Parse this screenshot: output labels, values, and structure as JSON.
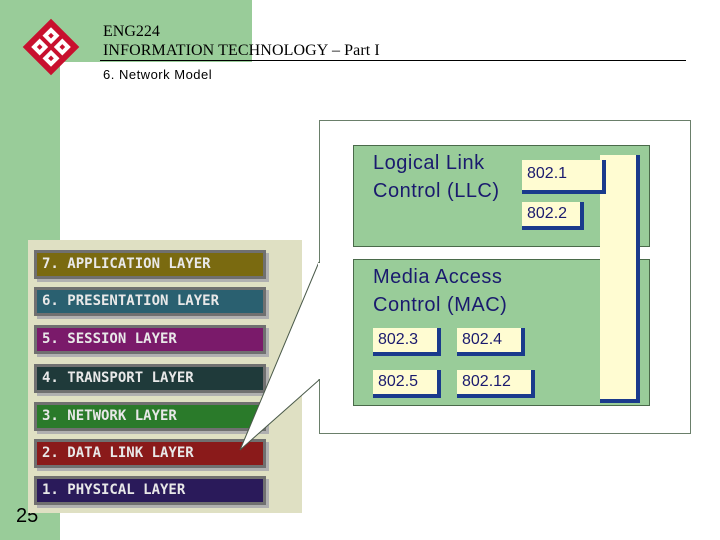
{
  "header": {
    "course": "ENG224",
    "title": "INFORMATION TECHNOLOGY – Part I",
    "subtitle": "6. Network Model"
  },
  "page_number": "25",
  "osi_layers": [
    {
      "label": "7. APPLICATION LAYER",
      "color": "#7a6a10"
    },
    {
      "label": "6. PRESENTATION LAYER",
      "color": "#2a6070"
    },
    {
      "label": "5. SESSION LAYER",
      "color": "#7a1a6a"
    },
    {
      "label": "4. TRANSPORT LAYER",
      "color": "#1f3a3a"
    },
    {
      "label": "3. NETWORK LAYER",
      "color": "#2a7a2a"
    },
    {
      "label": "2. DATA LINK LAYER",
      "color": "#8a1a1a"
    },
    {
      "label": "1. PHYSICAL LAYER",
      "color": "#2a1a5a"
    }
  ],
  "llc": {
    "line1": "Logical Link",
    "line2": "Control (LLC)",
    "tags": [
      "802.1",
      "802.2"
    ]
  },
  "mac": {
    "line1": "Media Access",
    "line2": "Control (MAC)",
    "tags": [
      "802.3",
      "802.4",
      "802.5",
      "802.12"
    ]
  }
}
